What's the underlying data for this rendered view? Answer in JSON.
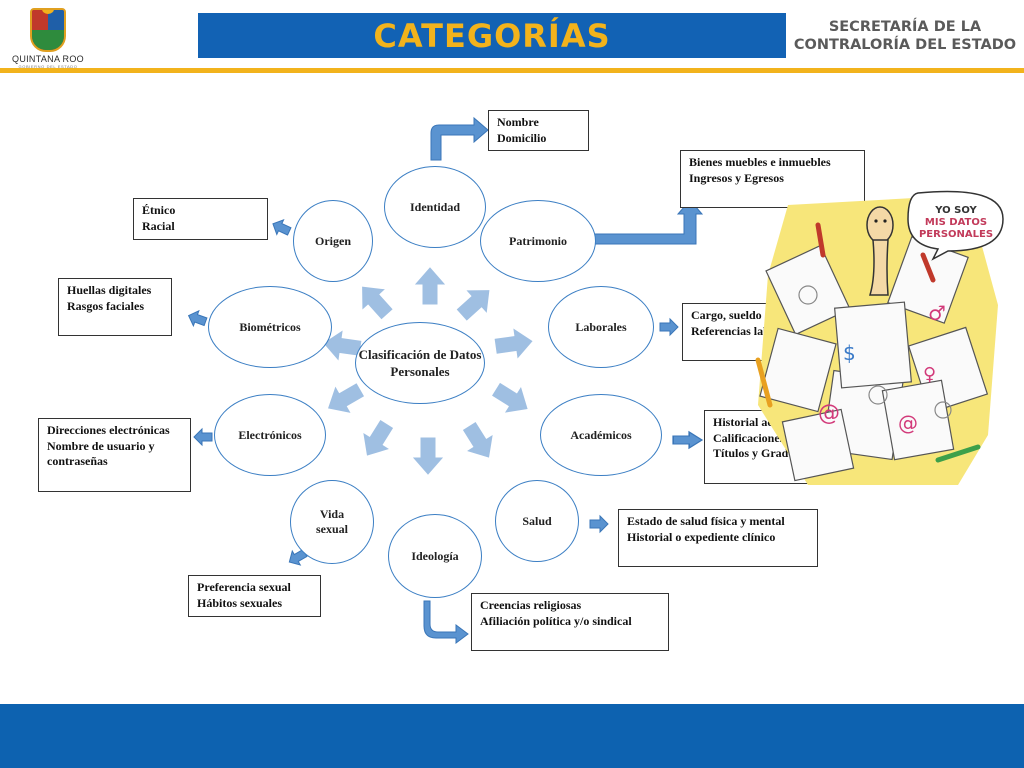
{
  "header": {
    "logo_name": "QUINTANA ROO",
    "logo_sub": "GOBIERNO DEL ESTADO",
    "title": "CATEGORÍAS",
    "org_line1": "SECRETARÍA DE LA",
    "org_line2": "CONTRALORÍA DEL ESTADO"
  },
  "colors": {
    "brand_blue": "#1262b4",
    "brand_gold": "#f2b31c",
    "node_border": "#3c7fc4",
    "arrow_fill": "#5a93d0"
  },
  "diagram": {
    "center": "Clasificación de Datos Personales",
    "nodes": {
      "identidad": "Identidad",
      "patrimonio": "Patrimonio",
      "laborales": "Laborales",
      "academicos": "Académicos",
      "salud": "Salud",
      "ideologia": "Ideología",
      "vida_sexual": "Vida sexual",
      "electronicos": "Electrónicos",
      "biometricos": "Biométricos",
      "origen": "Origen"
    },
    "details": {
      "identidad": "Nombre\nDomicilio",
      "patrimonio": "Bienes muebles e inmuebles\nIngresos y Egresos",
      "laborales": "Cargo, sueldo\nReferencias laborales",
      "academicos": "Historial académico\nCalificaciones\nTítulos y Grados",
      "salud": "Estado de salud física y mental\nHistorial o expediente clínico",
      "ideologia": "Creencias religiosas\nAfiliación política y/o sindical",
      "vida_sexual": "Preferencia sexual\nHábitos sexuales",
      "electronicos": "Direcciones electrónicas\nNombre de usuario y contraseñas",
      "biometricos": "Huellas digitales\nRasgos faciales",
      "origen": "Étnico\nRacial"
    }
  },
  "illustration": {
    "bubble_line1": "YO SOY",
    "bubble_line2": "MIS DATOS",
    "bubble_line3": "PERSONALES"
  }
}
